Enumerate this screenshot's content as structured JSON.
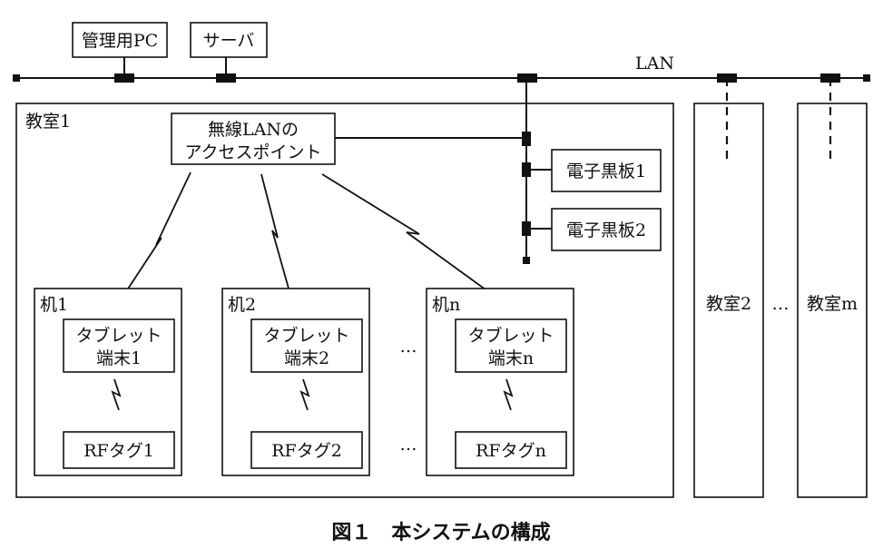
{
  "network": {
    "lan_label": "LAN"
  },
  "top_devices": {
    "admin_pc": "管理用PC",
    "server": "サーバ"
  },
  "classroom1": {
    "label": "教室1",
    "access_point": {
      "line1": "無線LANの",
      "line2": "アクセスポイント"
    },
    "whiteboards": [
      "電子黒板1",
      "電子黒板2"
    ],
    "desks": [
      {
        "label": "机1",
        "tablet_line1": "タブレット",
        "tablet_line2": "端末1",
        "rf_tag": "RFタグ1"
      },
      {
        "label": "机2",
        "tablet_line1": "タブレット",
        "tablet_line2": "端末2",
        "rf_tag": "RFタグ2"
      },
      {
        "label": "机n",
        "tablet_line1": "タブレット",
        "tablet_line2": "端末n",
        "rf_tag": "RFタグn"
      }
    ],
    "ellipsis": "…"
  },
  "other_classrooms": {
    "room2": "教室2",
    "ellipsis": "…",
    "roomm": "教室m"
  },
  "caption": "図１　本システムの構成"
}
